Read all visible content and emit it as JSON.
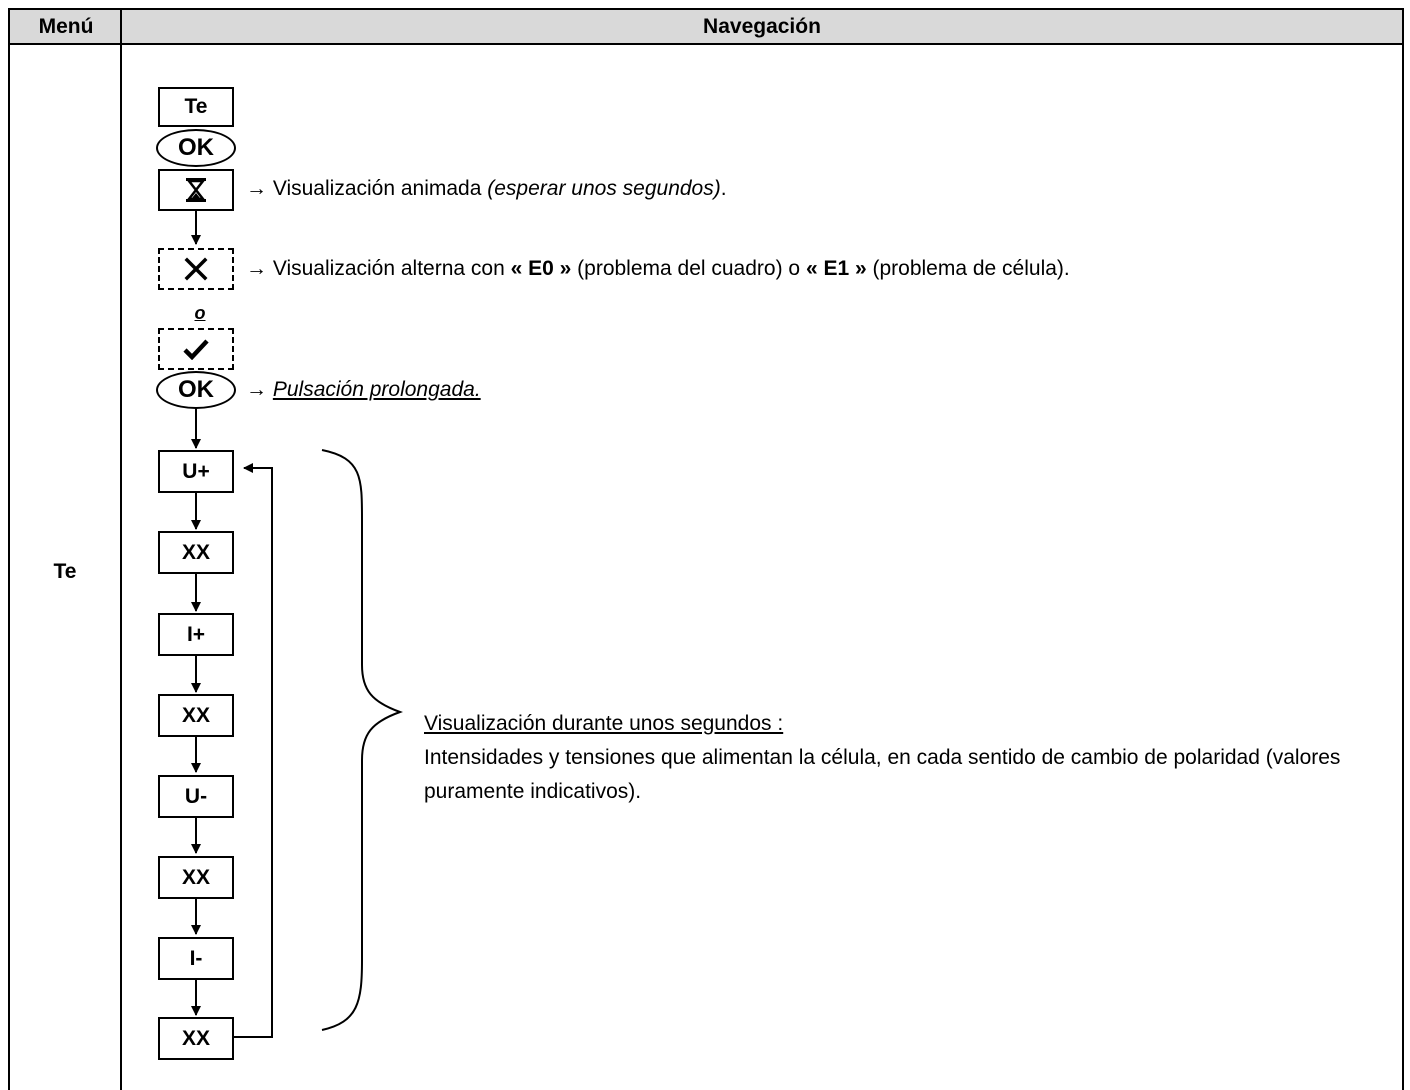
{
  "table": {
    "header_menu": "Menú",
    "header_nav": "Navegación",
    "menu_name": "Te"
  },
  "flow": {
    "te_box": "Te",
    "ok_1": "OK",
    "hourglass_note_prefix": "→ Visualización animada ",
    "hourglass_note_italic": "(esperar unos segundos)",
    "hourglass_note_suffix": ".",
    "error_note_prefix": "→ Visualización alterna con ",
    "error_e0": "« E0 »",
    "error_mid": " (problema del cuadro) o ",
    "error_e1": "« E1 »",
    "error_suffix": " (problema de célula).",
    "or_label": "o",
    "ok_2": "OK",
    "long_press_arrow": "→ ",
    "long_press": "Pulsación prolongada.",
    "loop_boxes": [
      "U+",
      "XX",
      "I+",
      "XX",
      "U-",
      "XX",
      "I-",
      "XX"
    ]
  },
  "description": {
    "title": "Visualización durante unos segundos :",
    "body": "Intensidades y tensiones que alimentan la célula, en cada sentido de cambio de polaridad (valores puramente indicativos)."
  },
  "icons": {
    "hourglass": "hourglass-icon",
    "cross": "cross-icon",
    "check": "check-icon"
  }
}
